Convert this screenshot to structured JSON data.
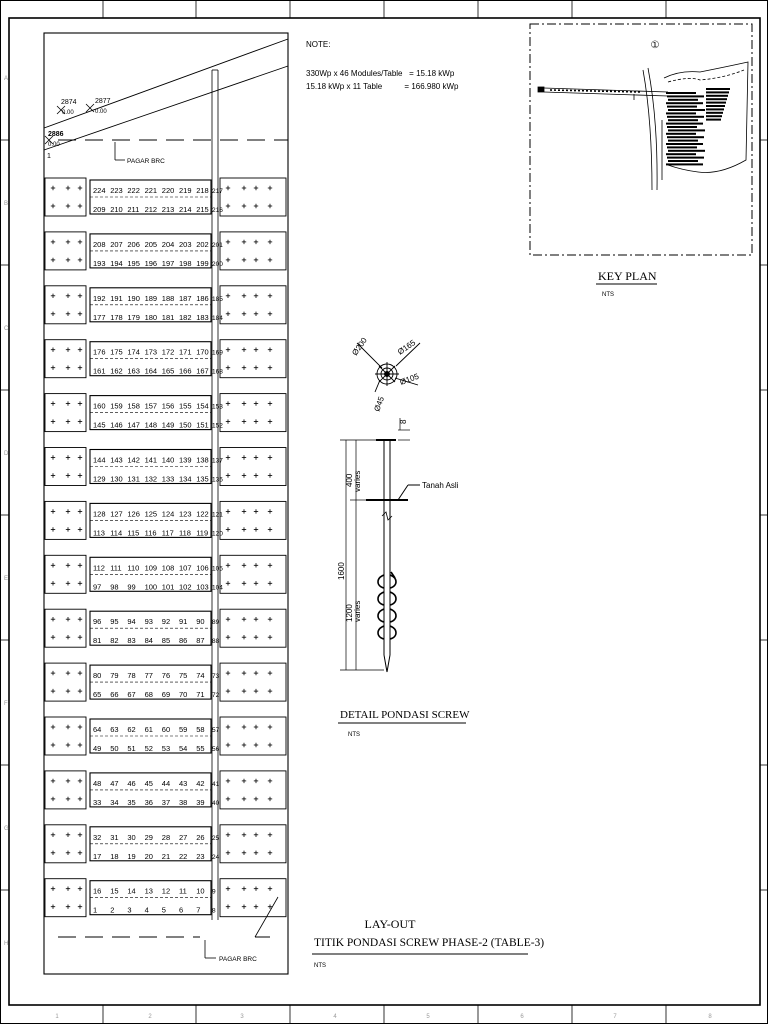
{
  "layout_plan": {
    "top_boundary": {
      "p1": "2874",
      "v1": "0.00",
      "p2": "2877",
      "v2": "0.00"
    },
    "corner_mark": {
      "point": "2886",
      "value": "0.00",
      "index": "1"
    },
    "fence_label": "PAGAR BRC",
    "tables": [
      {
        "top": [
          "224",
          "223",
          "222",
          "221",
          "220",
          "219",
          "218"
        ],
        "bottom": [
          "209",
          "210",
          "211",
          "212",
          "213",
          "214",
          "215"
        ],
        "end_top": "217",
        "end_bottom": "216"
      },
      {
        "top": [
          "208",
          "207",
          "206",
          "205",
          "204",
          "203",
          "202"
        ],
        "bottom": [
          "193",
          "194",
          "195",
          "196",
          "197",
          "198",
          "199"
        ],
        "end_top": "201",
        "end_bottom": "200"
      },
      {
        "top": [
          "192",
          "191",
          "190",
          "189",
          "188",
          "187",
          "186"
        ],
        "bottom": [
          "177",
          "178",
          "179",
          "180",
          "181",
          "182",
          "183"
        ],
        "end_top": "185",
        "end_bottom": "184"
      },
      {
        "top": [
          "176",
          "175",
          "174",
          "173",
          "172",
          "171",
          "170"
        ],
        "bottom": [
          "161",
          "162",
          "163",
          "164",
          "165",
          "166",
          "167"
        ],
        "end_top": "169",
        "end_bottom": "168"
      },
      {
        "top": [
          "160",
          "159",
          "158",
          "157",
          "156",
          "155",
          "154"
        ],
        "bottom": [
          "145",
          "146",
          "147",
          "148",
          "149",
          "150",
          "151"
        ],
        "end_top": "153",
        "end_bottom": "152"
      },
      {
        "top": [
          "144",
          "143",
          "142",
          "141",
          "140",
          "139",
          "138"
        ],
        "bottom": [
          "129",
          "130",
          "131",
          "132",
          "133",
          "134",
          "135"
        ],
        "end_top": "137",
        "end_bottom": "136"
      },
      {
        "top": [
          "128",
          "127",
          "126",
          "125",
          "124",
          "123",
          "122"
        ],
        "bottom": [
          "113",
          "114",
          "115",
          "116",
          "117",
          "118",
          "119"
        ],
        "end_top": "121",
        "end_bottom": "120"
      },
      {
        "top": [
          "112",
          "111",
          "110",
          "109",
          "108",
          "107",
          "106"
        ],
        "bottom": [
          "97",
          "98",
          "99",
          "100",
          "101",
          "102",
          "103"
        ],
        "end_top": "105",
        "end_bottom": "104"
      },
      {
        "top": [
          "96",
          "95",
          "94",
          "93",
          "92",
          "91",
          "90"
        ],
        "bottom": [
          "81",
          "82",
          "83",
          "84",
          "85",
          "86",
          "87"
        ],
        "end_top": "89",
        "end_bottom": "88"
      },
      {
        "top": [
          "80",
          "79",
          "78",
          "77",
          "76",
          "75",
          "74"
        ],
        "bottom": [
          "65",
          "66",
          "67",
          "68",
          "69",
          "70",
          "71"
        ],
        "end_top": "73",
        "end_bottom": "72"
      },
      {
        "top": [
          "64",
          "63",
          "62",
          "61",
          "60",
          "59",
          "58"
        ],
        "bottom": [
          "49",
          "50",
          "51",
          "52",
          "53",
          "54",
          "55"
        ],
        "end_top": "57",
        "end_bottom": "56"
      },
      {
        "top": [
          "48",
          "47",
          "46",
          "45",
          "44",
          "43",
          "42"
        ],
        "bottom": [
          "33",
          "34",
          "35",
          "36",
          "37",
          "38",
          "39"
        ],
        "end_top": "41",
        "end_bottom": "40"
      },
      {
        "top": [
          "32",
          "31",
          "30",
          "29",
          "28",
          "27",
          "26"
        ],
        "bottom": [
          "17",
          "18",
          "19",
          "20",
          "21",
          "22",
          "23"
        ],
        "end_top": "25",
        "end_bottom": "24"
      },
      {
        "top": [
          "16",
          "15",
          "14",
          "13",
          "12",
          "11",
          "10"
        ],
        "bottom": [
          "1",
          "2",
          "3",
          "4",
          "5",
          "6",
          "7"
        ],
        "end_top": "9",
        "end_bottom": "8"
      }
    ]
  },
  "note": {
    "title": "NOTE:",
    "line1": "330Wp x 46 Modules/Table   = 15.18 kWp",
    "line2": "15.18 kWp x 11 Table          = 166.980 kWp"
  },
  "key_plan": {
    "title": "KEY PLAN",
    "scale": "NTS",
    "marker": "①"
  },
  "detail": {
    "title": "DETAIL PONDASI SCREW",
    "scale": "NTS",
    "d_outer": "Ø200",
    "d_head": "Ø165",
    "d_inner": "Ø105",
    "d_shaft": "Ø45",
    "plate": "8",
    "dim_top": "400",
    "dim_total": "1600",
    "dim_bottom": "1200",
    "varies": "varies",
    "ground_label": "Tanah Asli"
  },
  "title_block": {
    "line1": "LAY-OUT",
    "line2": "TITIK PONDASI SCREW PHASE-2 (TABLE-3)",
    "scale": "NTS"
  },
  "frame": {
    "columns": [
      "1",
      "2",
      "3",
      "4",
      "5",
      "6",
      "7",
      "8"
    ],
    "rows": [
      "A",
      "B",
      "C",
      "D",
      "E",
      "F",
      "G",
      "H"
    ]
  }
}
